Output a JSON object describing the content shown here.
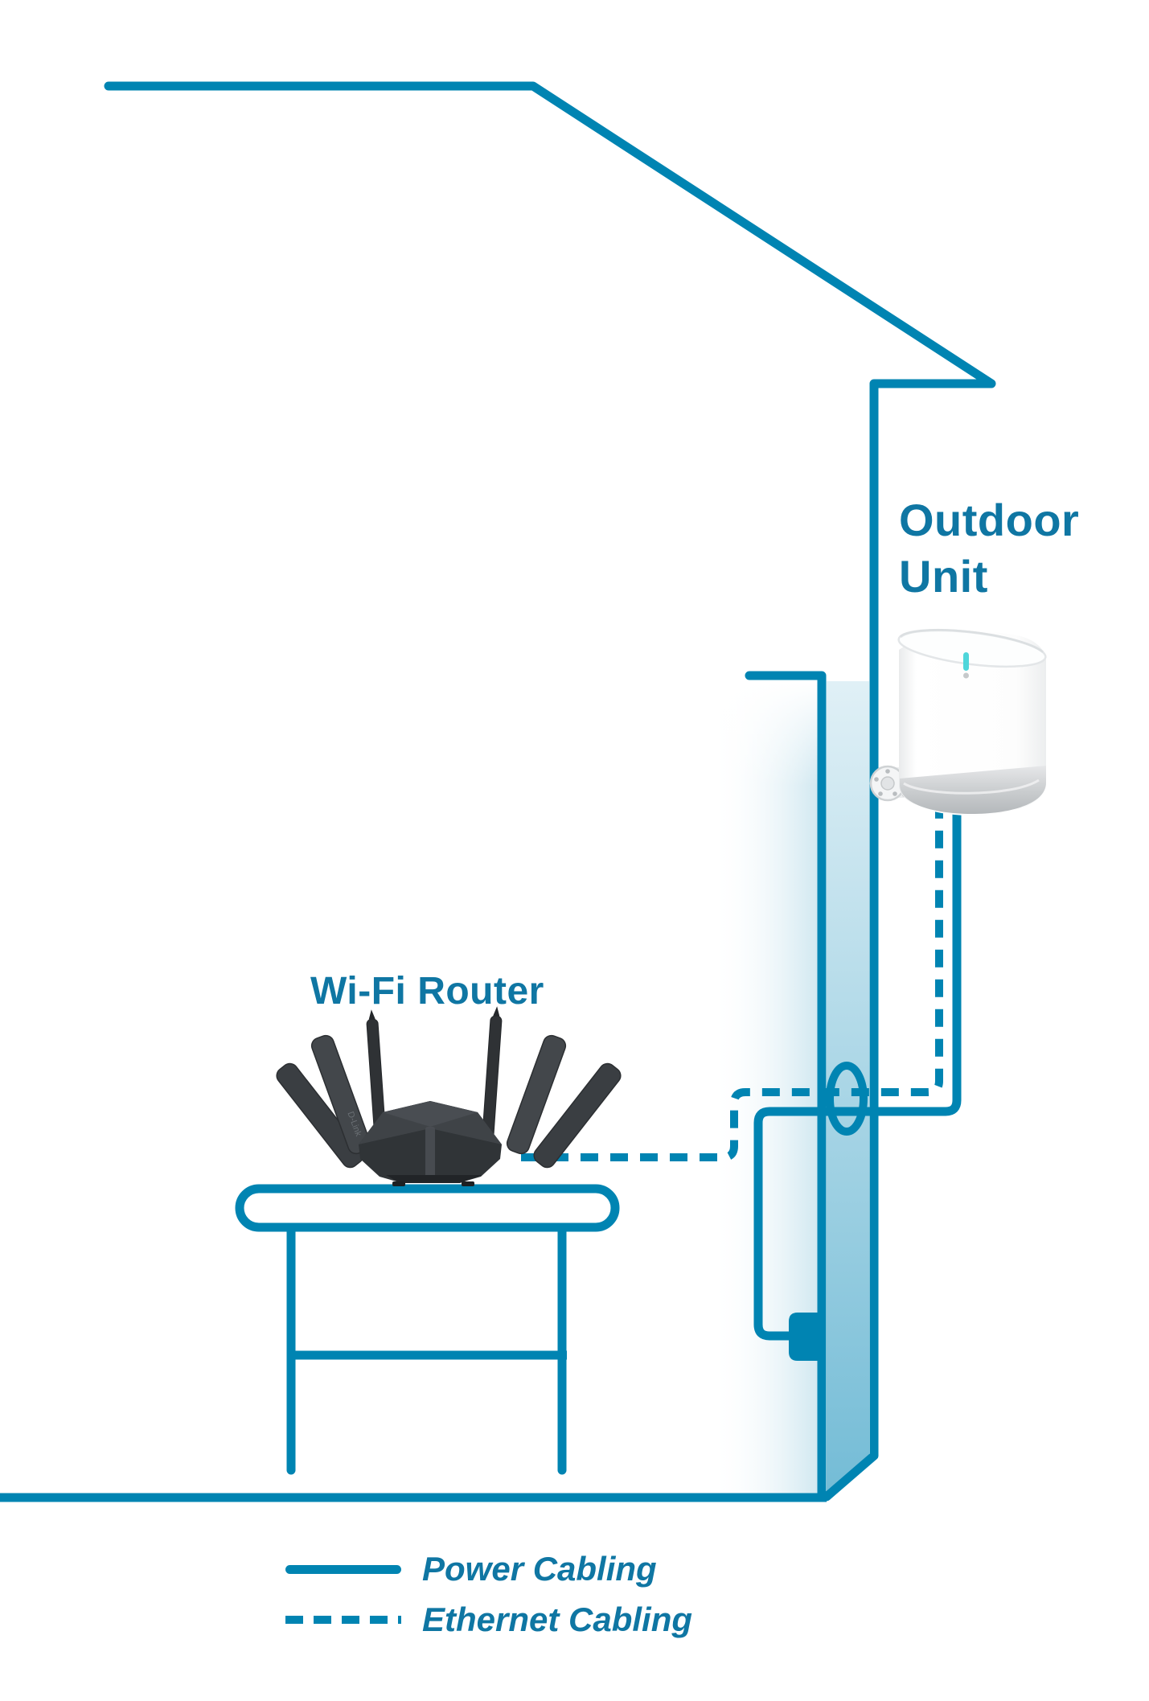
{
  "labels": {
    "outdoor_unit_line1": "Outdoor",
    "outdoor_unit_line2": "Unit",
    "wifi_router": "Wi-Fi Router"
  },
  "legend": {
    "items": [
      {
        "line_style": "solid",
        "label": "Power Cabling"
      },
      {
        "line_style": "dashed",
        "label": "Ethernet Cabling"
      }
    ]
  },
  "devices": {
    "outdoor_unit": {
      "label": "Outdoor Unit",
      "body_color": "#ffffff",
      "base_color": "#c2c5c8",
      "status_led_color": "#4fd6da"
    },
    "wifi_router": {
      "label": "Wi-Fi Router",
      "body_color": "#34383b",
      "antenna_count": 6,
      "brand": "D-Link"
    }
  },
  "structure": {
    "cables": [
      {
        "name": "power-cable",
        "style": "solid"
      },
      {
        "name": "ethernet-cable",
        "style": "dashed"
      }
    ],
    "wall_hole": "ellipse",
    "power_outlet": "wall-mounted"
  },
  "colors": {
    "accent": "#0084b2",
    "label_text": "#0f76a3",
    "led": "#4fd6da",
    "wall_gradient_top": "#dcedf4",
    "wall_gradient_bottom": "#74bcd6",
    "interior_glow": "#cfe7f0",
    "router_body": "#34383b",
    "unit_base": "#c2c5c8"
  }
}
